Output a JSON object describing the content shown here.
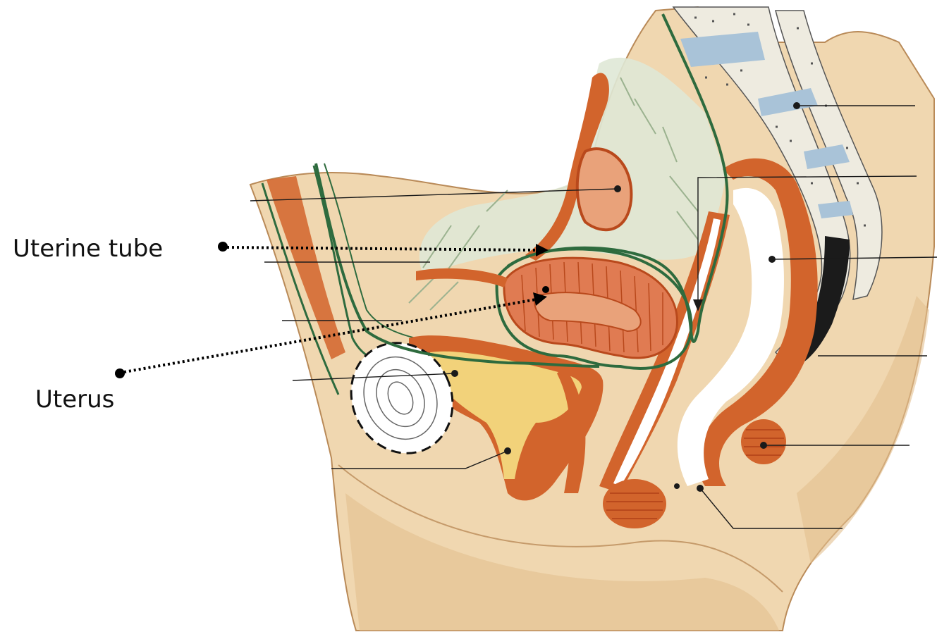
{
  "figure": {
    "labels": [
      {
        "id": "uterine-tube",
        "text": "Uterine tube"
      },
      {
        "id": "uterus",
        "text": "Uterus"
      }
    ],
    "colors": {
      "skin": "#f0d7b0",
      "skin_shadow": "#e2bf8f",
      "muscle_red": "#d2642c",
      "muscle_dark": "#b9491c",
      "peritoneum_green": "#2e6b3e",
      "bladder_yellow": "#f2d27a",
      "bone": "#eeebe0",
      "disc_blue": "#a9c3d8",
      "fat_green": "#dfe8d6",
      "line": "#1a1a1a"
    }
  }
}
